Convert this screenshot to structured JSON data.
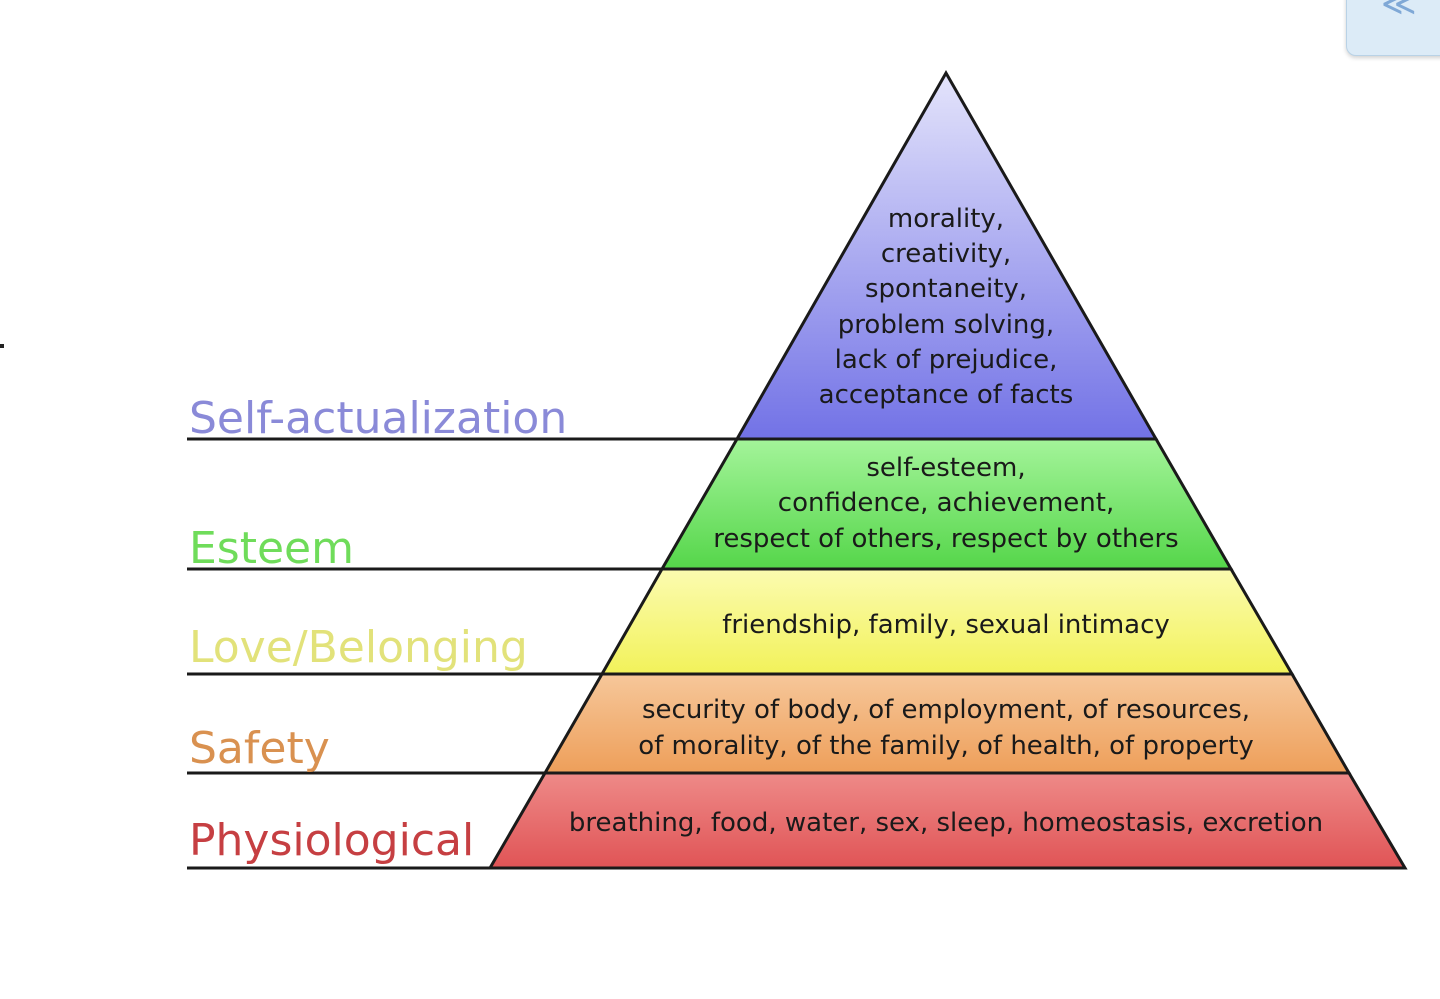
{
  "levels": [
    {
      "key": "self_actualization",
      "label": "Self-actualization",
      "label_color": "#8a8ad8",
      "fill_top": "#e4e4fb",
      "fill_bottom": "#7272e6",
      "lines": [
        "morality,",
        "creativity,",
        "spontaneity,",
        "problem solving,",
        "lack of prejudice,",
        "acceptance of facts"
      ]
    },
    {
      "key": "esteem",
      "label": "Esteem",
      "label_color": "#6fdc5a",
      "fill_top": "#a4f49a",
      "fill_bottom": "#55d64a",
      "lines": [
        "self-esteem,",
        "confidence, achievement,",
        "respect of others, respect by others"
      ]
    },
    {
      "key": "love_belonging",
      "label": "Love/Belonging",
      "label_color": "#e2e27a",
      "fill_top": "#fbfbb0",
      "fill_bottom": "#f2f25a",
      "lines": [
        "friendship, family, sexual intimacy"
      ]
    },
    {
      "key": "safety",
      "label": "Safety",
      "label_color": "#d99150",
      "fill_top": "#f6c79a",
      "fill_bottom": "#ee9f5a",
      "lines": [
        "security of body, of employment, of resources,",
        "of morality, of the family, of health, of property"
      ]
    },
    {
      "key": "physiological",
      "label": "Physiological",
      "label_color": "#c63f42",
      "fill_top": "#ee8a88",
      "fill_bottom": "#e05456",
      "lines": [
        "breathing, food, water, sex, sleep, homeostasis, excretion"
      ]
    }
  ],
  "widget": {
    "icon": "chevron-collapse-icon",
    "glyph": "≪"
  }
}
